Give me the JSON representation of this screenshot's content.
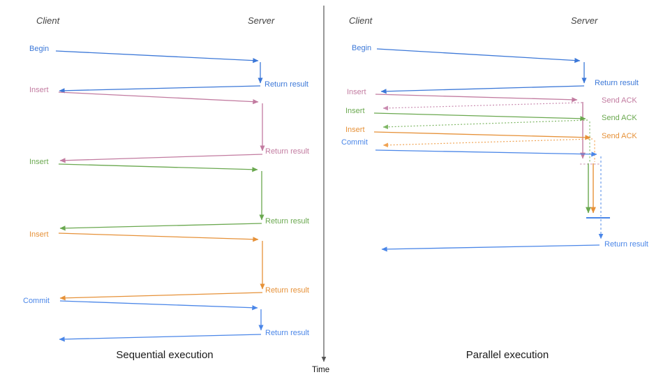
{
  "left": {
    "title": "Sequential execution",
    "client": "Client",
    "server": "Server",
    "begin": {
      "label": "Begin",
      "response": "Return result"
    },
    "insert1": {
      "label": "Insert",
      "response": "Return result"
    },
    "insert2": {
      "label": "Insert",
      "response": "Return result"
    },
    "insert3": {
      "label": "Insert",
      "response": "Return result"
    },
    "commit": {
      "label": "Commit",
      "response": "Return result"
    }
  },
  "right": {
    "title": "Parallel execution",
    "client": "Client",
    "server": "Server",
    "begin": {
      "label": "Begin",
      "response": "Return result"
    },
    "insert1": {
      "label": "Insert",
      "response": "Send ACK"
    },
    "insert2": {
      "label": "Insert",
      "response": "Send ACK"
    },
    "insert3": {
      "label": "Insert",
      "response": "Send ACK"
    },
    "commit": {
      "label": "Commit",
      "response": "Return result"
    }
  },
  "time_axis": {
    "label": "Time"
  },
  "colors": {
    "begin_blue": "#3c78d8",
    "insert_pink": "#c27ba0",
    "insert_green": "#6aa84f",
    "insert_orange": "#e69138",
    "commit_blue": "#4a86e8",
    "dotted_pink": "#d5a6bd",
    "dotted_green": "#93c47d",
    "dotted_orange": "#f6b26b",
    "dashed_blue": "#6d9eeb",
    "time_axis_gray": "#555555"
  }
}
